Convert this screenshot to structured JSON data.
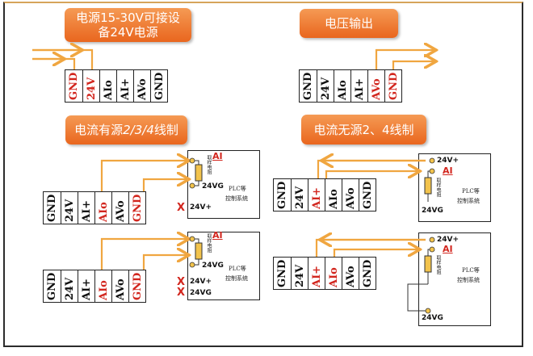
{
  "titles": {
    "p1_line1": "电源15-30V可接设",
    "p1_line2": "备24V电源",
    "p2": "电压输出",
    "p3_prefix": "电流有源",
    "p3_mid": "2/3/4",
    "p3_suffix": "线制",
    "p4": "电流无源2、4线制"
  },
  "terminals": {
    "t1": [
      {
        "t": "GND",
        "red": true
      },
      {
        "t": "24V",
        "red": true
      },
      {
        "t": "AIo",
        "red": false
      },
      {
        "t": "AI+",
        "red": false
      },
      {
        "t": "AVo",
        "red": false
      },
      {
        "t": "GND",
        "red": false
      }
    ],
    "t2": [
      {
        "t": "GND",
        "red": false
      },
      {
        "t": "24V",
        "red": false
      },
      {
        "t": "AIo",
        "red": false
      },
      {
        "t": "AI+",
        "red": false
      },
      {
        "t": "AVo",
        "red": true
      },
      {
        "t": "GND",
        "red": true
      }
    ],
    "t3": [
      {
        "t": "GND",
        "red": false
      },
      {
        "t": "24V",
        "red": false
      },
      {
        "t": "AI+",
        "red": false
      },
      {
        "t": "AIo",
        "red": true
      },
      {
        "t": "AVo",
        "red": false
      },
      {
        "t": "GND",
        "red": true
      }
    ],
    "t4": [
      {
        "t": "GND",
        "red": false
      },
      {
        "t": "24V",
        "red": false
      },
      {
        "t": "AI+",
        "red": false
      },
      {
        "t": "AIo",
        "red": true
      },
      {
        "t": "AVo",
        "red": false
      },
      {
        "t": "GND",
        "red": true
      }
    ],
    "t5": [
      {
        "t": "GND",
        "red": false
      },
      {
        "t": "24V",
        "red": false
      },
      {
        "t": "AI+",
        "red": true
      },
      {
        "t": "AIo",
        "red": false
      },
      {
        "t": "AVo",
        "red": false
      },
      {
        "t": "GND",
        "red": false
      }
    ],
    "t6": [
      {
        "t": "GND",
        "red": false
      },
      {
        "t": "24V",
        "red": false
      },
      {
        "t": "AI+",
        "red": true
      },
      {
        "t": "AIo",
        "red": true
      },
      {
        "t": "AVo",
        "red": false
      },
      {
        "t": "GND",
        "red": false
      }
    ]
  },
  "plc": {
    "ai": "AI",
    "v24g": "24VG",
    "v24p": "24V+",
    "res": "取样电阻",
    "plc1": "PLC等",
    "plc2": "控制系统"
  },
  "marks": {
    "x": "X"
  },
  "colors": {
    "orange": "#f0a640",
    "title": "#ec7a30",
    "red": "#d2261e"
  }
}
